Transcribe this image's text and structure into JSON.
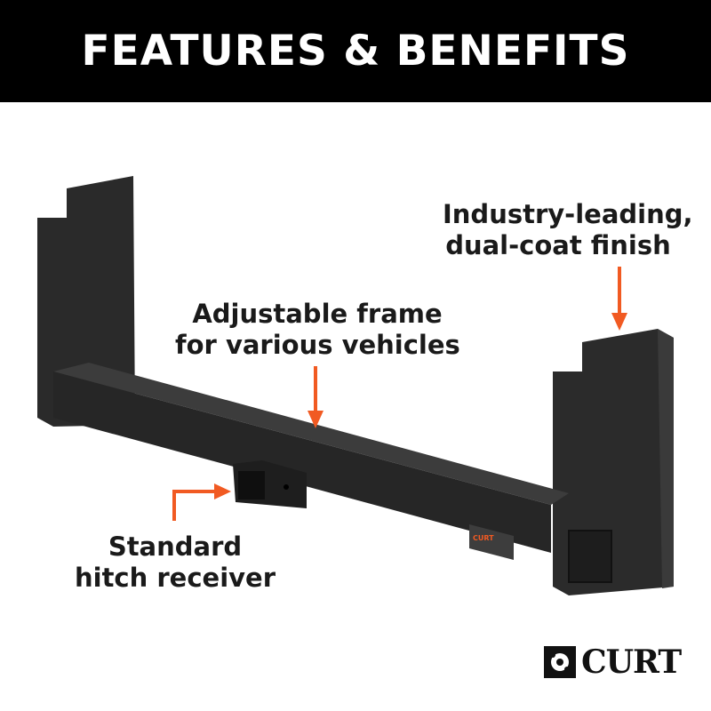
{
  "header": {
    "title": "FEATURES & BENEFITS"
  },
  "callouts": {
    "finish": [
      "Industry-leading,",
      "dual-coat finish"
    ],
    "frame": [
      "Adjustable frame",
      "for various vehicles"
    ],
    "receiver": [
      "Standard",
      "hitch receiver"
    ]
  },
  "brand": {
    "name": "CURT",
    "accent": "#f15a22"
  }
}
